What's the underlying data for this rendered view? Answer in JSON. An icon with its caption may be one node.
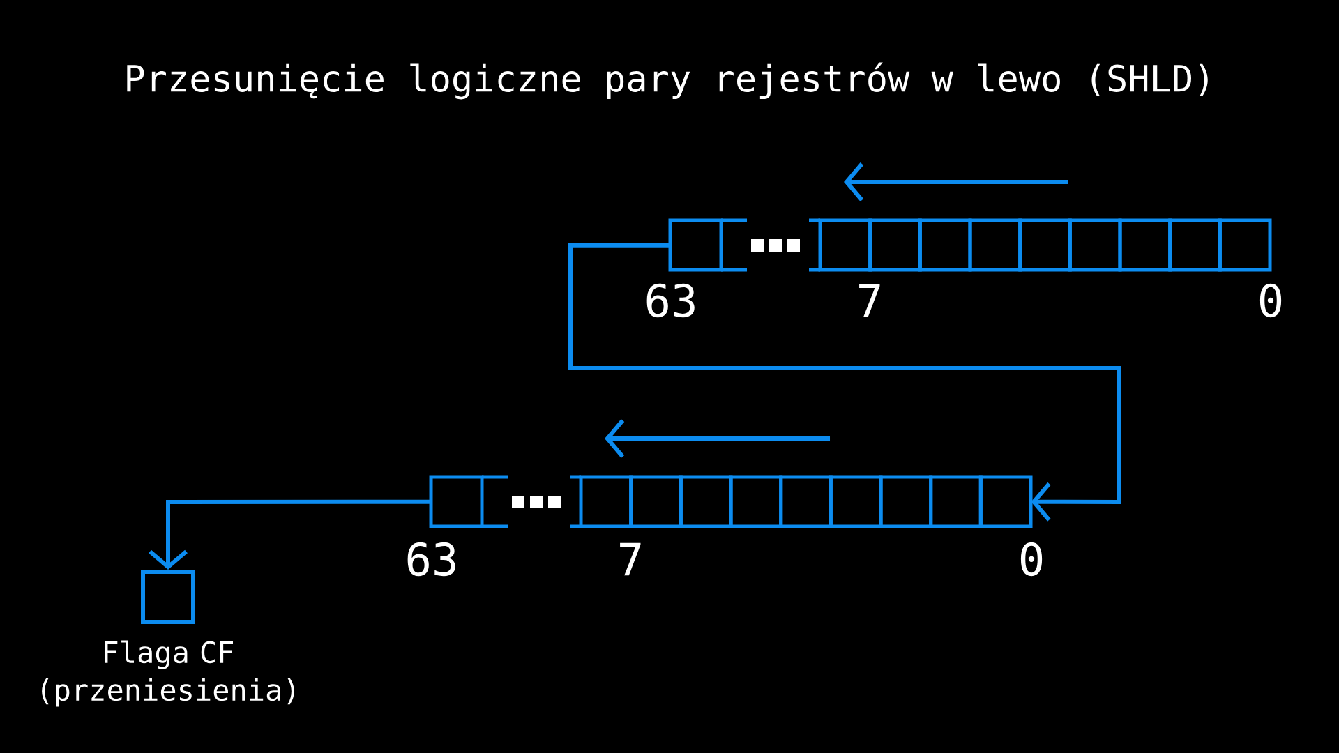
{
  "diagram": {
    "title": "Przesunięcie logiczne pary rejestrów w lewo (SHLD)",
    "nodes": [
      {
        "text": [],
        "shape": "bar"
      },
      {
        "text": [],
        "shape": "bar"
      },
      {
        "text": [
          "Flaga CF (przeniesienia)"
        ]
      }
    ],
    "edges": [
      {
        "from": 0,
        "to": 1,
        "arrow": "to"
      },
      {
        "from": 1,
        "to": 2,
        "arrow": "to"
      }
    ],
    "labels": [
      "63",
      "7",
      "0",
      "63",
      "7",
      "0"
    ]
  }
}
